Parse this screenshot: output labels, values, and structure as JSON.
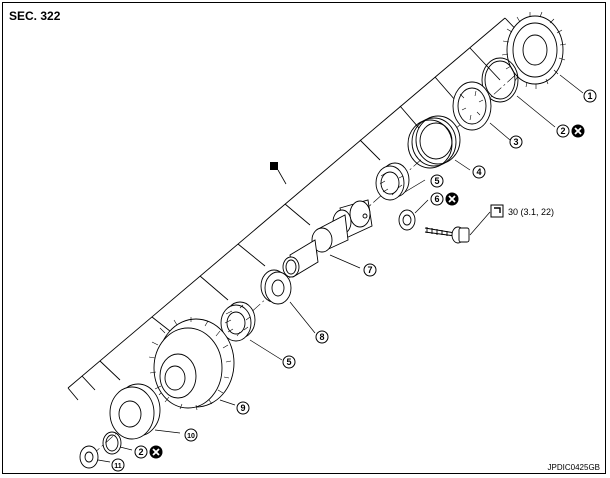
{
  "header": {
    "section": "SEC. 322"
  },
  "footer": {
    "figure_code": "JPDIC0425GB"
  },
  "torque_spec": "30 (3.1, 22)",
  "callouts": [
    {
      "number": "1",
      "label": "①",
      "replace_mark": false
    },
    {
      "number": "2",
      "label": "②",
      "replace_mark": true
    },
    {
      "number": "3",
      "label": "③",
      "replace_mark": false
    },
    {
      "number": "4",
      "label": "④",
      "replace_mark": false
    },
    {
      "number": "5",
      "label": "⑤",
      "replace_mark": false
    },
    {
      "number": "6",
      "label": "⑥",
      "replace_mark": true
    },
    {
      "number": "7",
      "label": "⑦",
      "replace_mark": false
    },
    {
      "number": "8",
      "label": "⑧",
      "replace_mark": false
    },
    {
      "number": "5",
      "label": "⑤",
      "replace_mark": false
    },
    {
      "number": "9",
      "label": "⑨",
      "replace_mark": false
    },
    {
      "number": "10",
      "label": "⑩",
      "replace_mark": false
    },
    {
      "number": "2",
      "label": "②",
      "replace_mark": true
    },
    {
      "number": "11",
      "label": "⑪",
      "replace_mark": false
    }
  ],
  "icons": {
    "replace_part": "x-in-black-circle-icon",
    "assembly_marker": "black-square-icon",
    "torque": "torque-wrench-icon"
  }
}
